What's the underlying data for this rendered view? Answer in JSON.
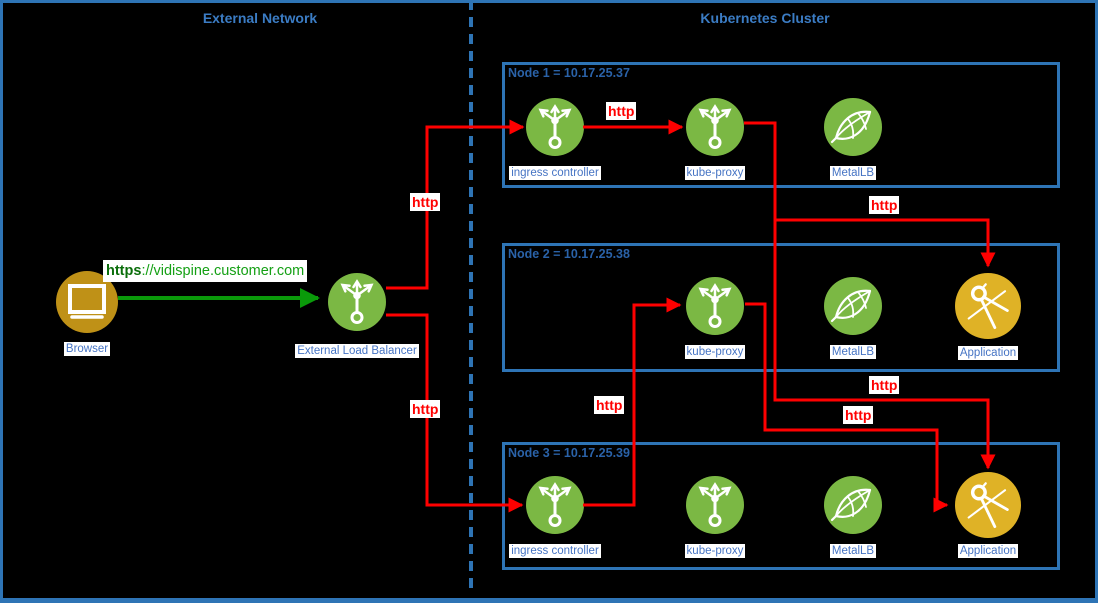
{
  "regions": {
    "external_network": {
      "title": "External Network"
    },
    "kubernetes_cluster": {
      "title": "Kubernetes Cluster"
    }
  },
  "external": {
    "browser_label": "Browser",
    "elb_label": "External Load Balancer",
    "url_scheme": "https",
    "url_rest": "://vidispine.customer.com"
  },
  "edges": {
    "http_label": "http"
  },
  "nodes": [
    {
      "title": "Node 1 = 10.17.25.37",
      "components": [
        {
          "label": "ingress controller"
        },
        {
          "label": "kube-proxy"
        },
        {
          "label": "MetalLB"
        }
      ]
    },
    {
      "title": "Node 2 = 10.17.25.38",
      "components": [
        {
          "label": "kube-proxy"
        },
        {
          "label": "MetalLB"
        },
        {
          "label": "Application"
        }
      ]
    },
    {
      "title": "Node 3 = 10.17.25.39",
      "components": [
        {
          "label": "ingress controller"
        },
        {
          "label": "kube-proxy"
        },
        {
          "label": "MetalLB"
        },
        {
          "label": "Application"
        }
      ]
    }
  ],
  "colors": {
    "background": "#000000",
    "box_blue": "#2E74B5",
    "label_blue": "#4674C4",
    "title_blue": "#3B7CC4",
    "green_circle": "#7BB844",
    "browser_gold": "#BF9117",
    "application_yellow": "#DFB226",
    "edge_red": "#FF0000",
    "edge_green": "#0A9A0A"
  }
}
